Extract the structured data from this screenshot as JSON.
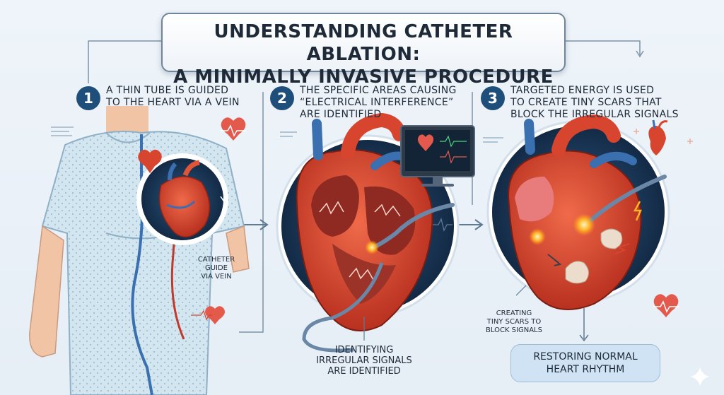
{
  "title": {
    "line1": "UNDERSTANDING CATHETER ABLATION:",
    "line2": "A MINIMALLY INVASIVE PROCEDURE"
  },
  "steps": [
    {
      "number": "1",
      "line1": "A THIN TUBE IS GUIDED",
      "line2": "TO THE HEART VIA A VEIN"
    },
    {
      "number": "2",
      "line1": "THE SPECIFIC AREAS CAUSING",
      "line2": "“ELECTRICAL INTERFERENCE”",
      "line3": "ARE IDENTIFIED"
    },
    {
      "number": "3",
      "line1": "TARGETED ENERGY IS USED",
      "line2": "TO CREATE TINY SCARS THAT",
      "line3": "BLOCK THE IRREGULAR SIGNALS"
    }
  ],
  "captions": {
    "catheter": {
      "line1": "CATHETER",
      "line2": "GUIDE",
      "line3": "VIA VEIN"
    },
    "identifying": {
      "line1": "IDENTIFYING",
      "line2": "IRREGULAR SIGNALS",
      "line3": "ARE IDENTIFIED"
    },
    "scars": {
      "line1": "CREATING",
      "line2": "TINY SCARS TO",
      "line3": "BLOCK SIGNALS"
    }
  },
  "result": {
    "line1": "RESTORING NORMAL",
    "line2": "HEART RHYTHM"
  },
  "colors": {
    "navy": "#1e4f7a",
    "heart_red": "#d8452f",
    "heart_dark": "#a82a22",
    "vein_blue": "#3a6fb0",
    "circle_bg": "#1d3b5c",
    "gown": "#cfe3ee",
    "skin": "#f2c4a6",
    "spark": "#ffb326"
  }
}
